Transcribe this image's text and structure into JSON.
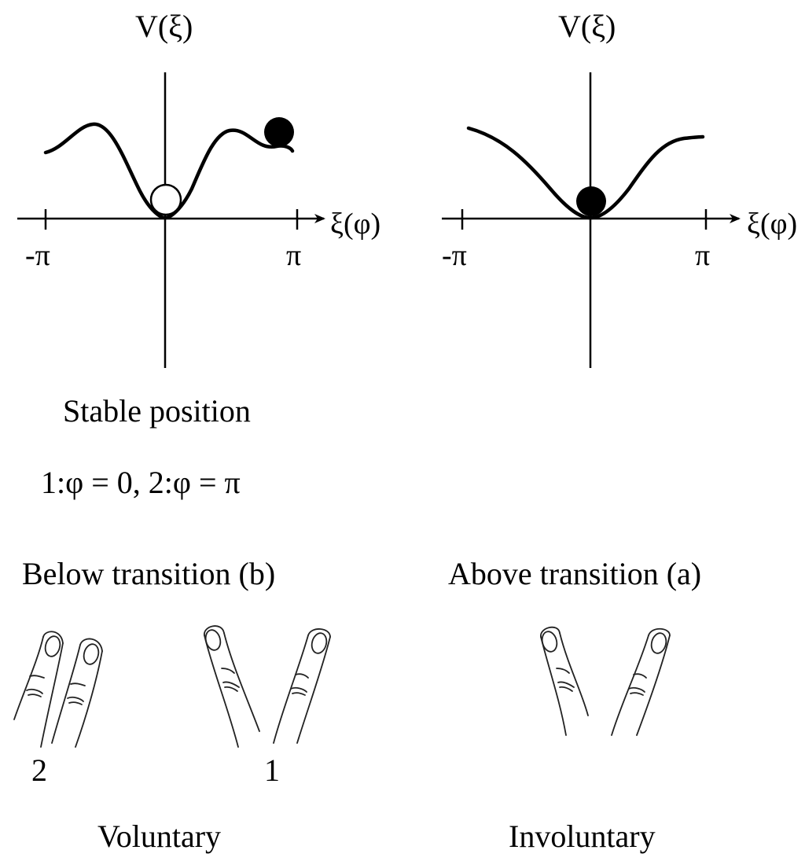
{
  "left_panel": {
    "y_axis_label": "V(ξ)",
    "x_axis_label": "ξ(φ)",
    "tick_left": "-π",
    "tick_right": "π",
    "caption": "Stable position",
    "states": "1:φ = 0,  2:φ = π",
    "regime": "Below transition (b)",
    "finger_label_antiphase": "2",
    "finger_label_inphase": "1",
    "movement_type": "Voluntary",
    "ball_open_phase": "0",
    "ball_filled_phase": "π"
  },
  "right_panel": {
    "y_axis_label": "V(ξ)",
    "x_axis_label": "ξ(φ)",
    "tick_left": "-π",
    "tick_right": "π",
    "regime": "Above transition (a)",
    "movement_type": "Involuntary",
    "ball_filled_phase": "0"
  }
}
